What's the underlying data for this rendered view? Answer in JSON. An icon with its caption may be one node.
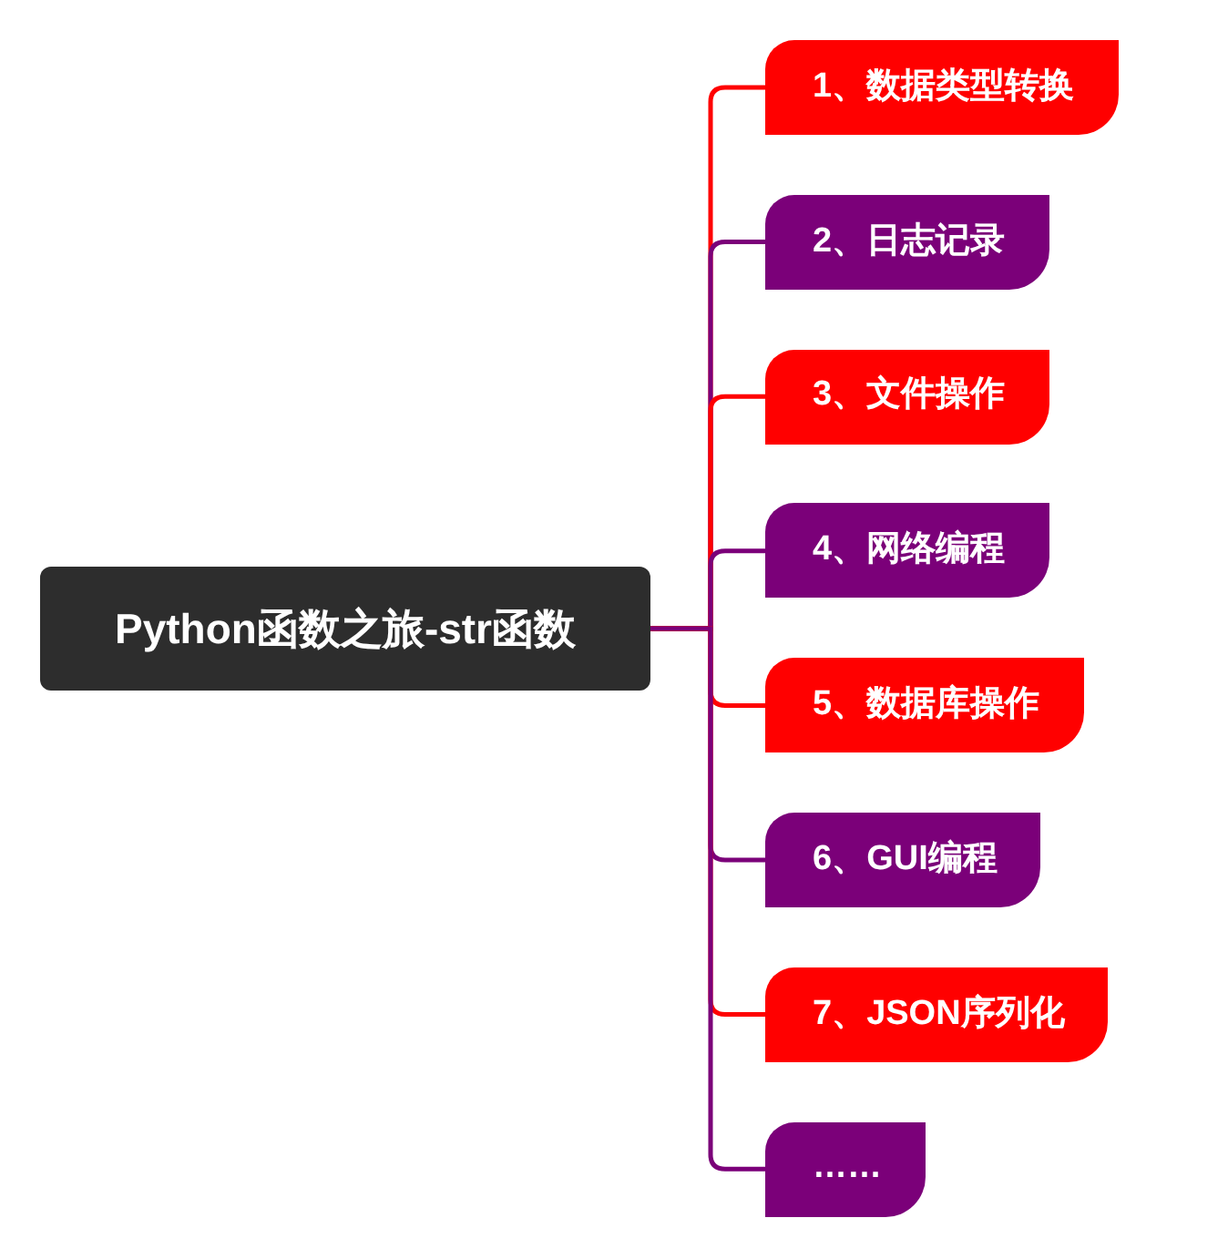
{
  "diagram": {
    "nodes": [
      {
        "text": [
          "Python函数之旅-str函数"
        ]
      },
      {
        "text": [
          "1、数据类型转换"
        ]
      },
      {
        "text": [
          "2、日志记录"
        ]
      },
      {
        "text": [
          "3、文件操作"
        ]
      },
      {
        "text": [
          "4、网络编程"
        ]
      },
      {
        "text": [
          "5、数据库操作"
        ]
      },
      {
        "text": [
          "6、GUI编程"
        ]
      },
      {
        "text": [
          "7、JSON序列化"
        ]
      },
      {
        "text": [
          "……"
        ]
      }
    ],
    "edges": [
      {
        "from": 0,
        "to": 1,
        "arrow": "none",
        "color": "#ff0000"
      },
      {
        "from": 0,
        "to": 2,
        "arrow": "none",
        "color": "#7b0079"
      },
      {
        "from": 0,
        "to": 3,
        "arrow": "none",
        "color": "#ff0000"
      },
      {
        "from": 0,
        "to": 4,
        "arrow": "none",
        "color": "#7b0079"
      },
      {
        "from": 0,
        "to": 5,
        "arrow": "none",
        "color": "#ff0000"
      },
      {
        "from": 0,
        "to": 6,
        "arrow": "none",
        "color": "#7b0079"
      },
      {
        "from": 0,
        "to": 7,
        "arrow": "none",
        "color": "#ff0000"
      },
      {
        "from": 0,
        "to": 8,
        "arrow": "none",
        "color": "#7b0079"
      }
    ]
  }
}
